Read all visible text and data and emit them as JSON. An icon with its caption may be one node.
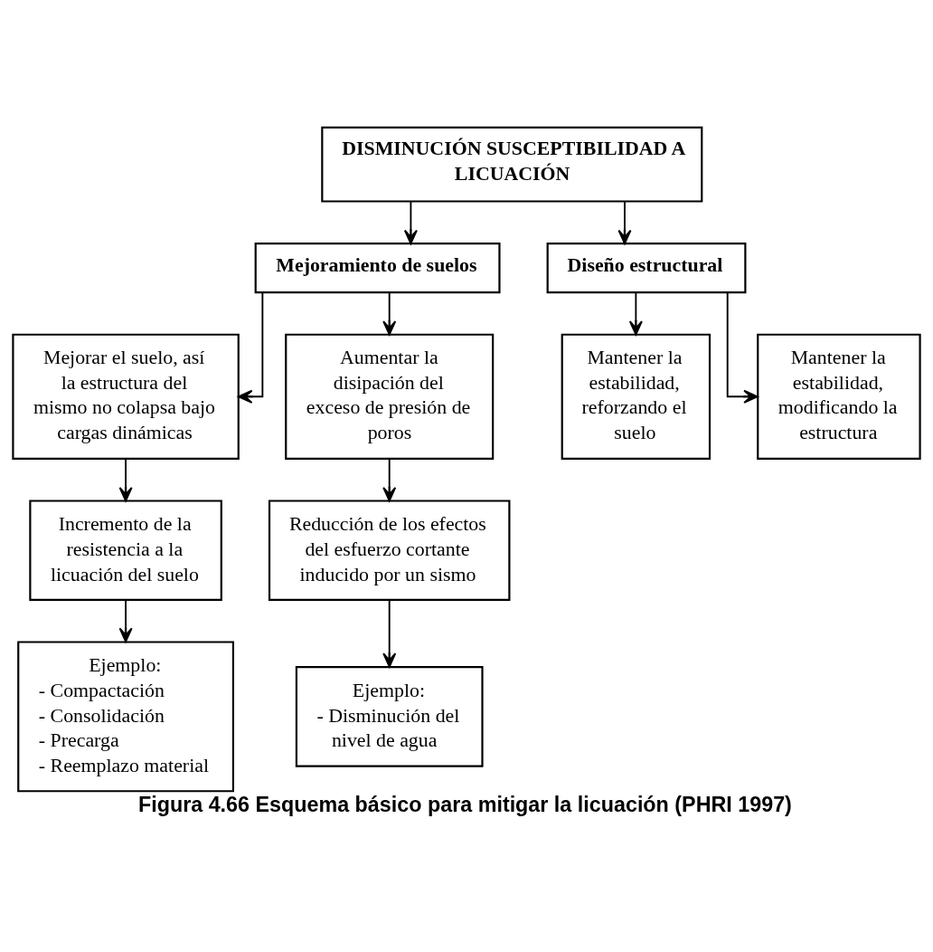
{
  "diagram": {
    "caption": "Figura 4.66 Esquema básico para mitigar la licuación (PHRI 1997)",
    "nodes": [
      {
        "text": [
          "DISMINUCIÓN SUSCEPTIBILIDAD A LICUACIÓN"
        ]
      },
      {
        "text": [
          "Mejoramiento de suelos"
        ]
      },
      {
        "text": [
          "Diseño estructural"
        ]
      },
      {
        "text": [
          "Mejorar el suelo, así la estructura del mismo no colapsa bajo cargas dinámicas"
        ]
      },
      {
        "text": [
          "Aumentar la disipación del exceso de presión de poros"
        ]
      },
      {
        "text": [
          "Mantener la estabilidad, reforzando el suelo"
        ]
      },
      {
        "text": [
          "Incremento de la resistencia a la licuación del suelo"
        ]
      },
      {
        "text": [
          "Reducción de los efectos del esfuerzo cortante inducido por un sismo"
        ]
      },
      {
        "text": [
          "Mantener la estabilidad, modificando la estructura"
        ]
      },
      {
        "text": [
          "Ejemplo:",
          "- Compactación",
          "- Consolidación",
          "- Precarga",
          "- Reemplazo material"
        ]
      },
      {
        "text": [
          "Ejemplo:",
          "- Disminución del nivel de agua"
        ]
      }
    ],
    "edges": [
      {
        "from": 0,
        "to": 1,
        "arrow": "to"
      },
      {
        "from": 0,
        "to": 2,
        "arrow": "to"
      },
      {
        "from": 1,
        "to": 3,
        "arrow": "to"
      },
      {
        "from": 1,
        "to": 4,
        "arrow": "to"
      },
      {
        "from": 2,
        "to": 5,
        "arrow": "to"
      },
      {
        "from": 2,
        "to": 8,
        "arrow": "to"
      },
      {
        "from": 3,
        "to": 6,
        "arrow": "to"
      },
      {
        "from": 4,
        "to": 7,
        "arrow": "to"
      },
      {
        "from": 6,
        "to": 9,
        "arrow": "to"
      },
      {
        "from": 7,
        "to": 10,
        "arrow": "to"
      }
    ]
  }
}
